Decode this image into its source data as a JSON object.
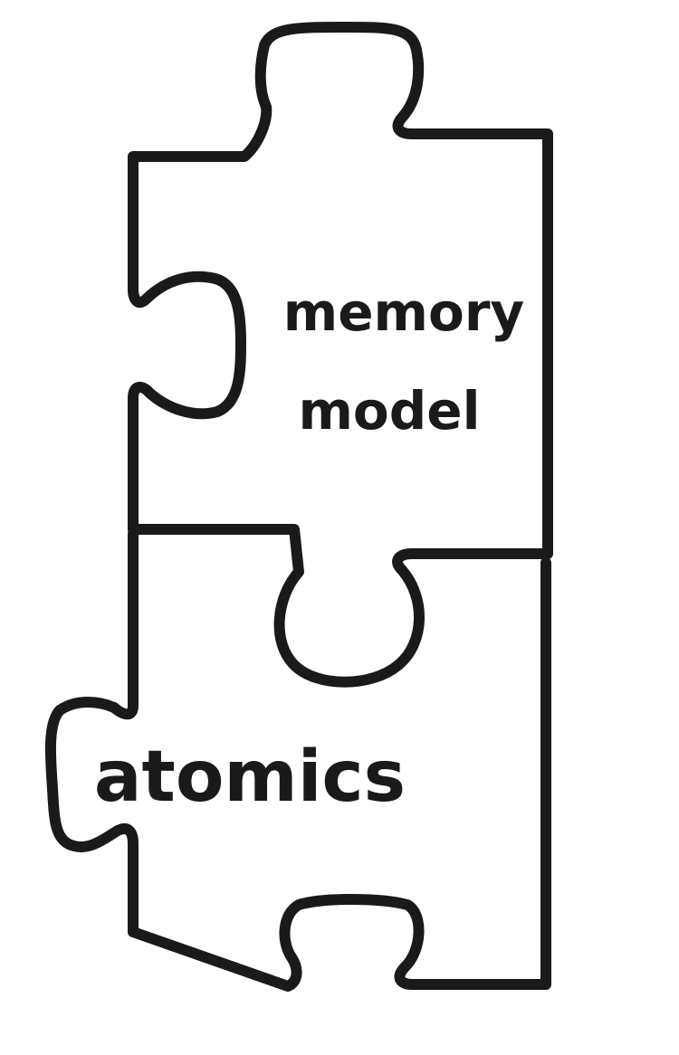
{
  "diagram": {
    "pieces": [
      {
        "id": "top",
        "label_lines": [
          "memory",
          "model"
        ]
      },
      {
        "id": "bottom",
        "label_lines": [
          "atomics"
        ]
      }
    ],
    "colors": {
      "outline": "#1a1a1a",
      "background": "#ffffff",
      "text": "#1a1a1a"
    }
  }
}
